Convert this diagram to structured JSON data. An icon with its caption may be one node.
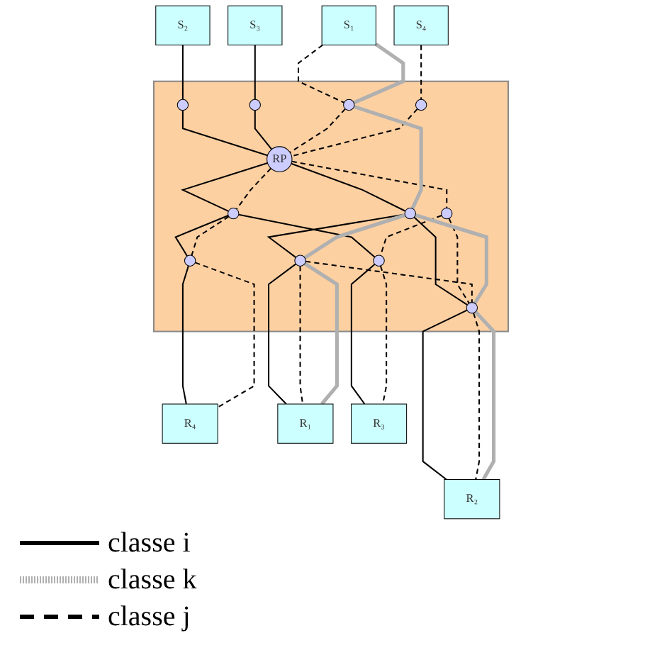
{
  "diagram": {
    "nodes": [
      {
        "text": [],
        "shape": "cloud"
      },
      {
        "text": [
          "S₂"
        ]
      },
      {
        "text": [
          "S₃"
        ]
      },
      {
        "text": [
          "S₁"
        ]
      },
      {
        "text": [],
        "shape": "circle",
        "in": 0
      },
      {
        "text": [],
        "shape": "circle",
        "in": 0
      },
      {
        "text": [
          "S₄"
        ]
      },
      {
        "text": [],
        "shape": "circle",
        "in": 0
      },
      {
        "text": [],
        "shape": "circle",
        "in": 0
      },
      {
        "text": [
          "RP"
        ],
        "in": 0
      },
      {
        "text": [],
        "shape": "circle",
        "in": 0
      },
      {
        "text": [],
        "shape": "circle",
        "in": 0
      },
      {
        "text": [],
        "shape": "circle",
        "in": 0
      },
      {
        "text": [],
        "shape": "circle",
        "in": 0
      },
      {
        "text": [],
        "shape": "circle",
        "in": 0
      },
      {
        "text": [],
        "shape": "circle",
        "in": 0
      },
      {
        "text": [],
        "shape": "circle",
        "in": 0
      },
      {
        "text": [
          "R₄"
        ]
      },
      {
        "text": [
          "R₁"
        ]
      },
      {
        "text": [
          "R₃"
        ]
      },
      {
        "text": [
          "R₂"
        ]
      }
    ],
    "edges": [
      {
        "from": 1,
        "to": 4,
        "arrow": "none"
      },
      {
        "from": 4,
        "to": 9,
        "arrow": "none"
      },
      {
        "from": 2,
        "to": 5,
        "arrow": "none"
      },
      {
        "from": 5,
        "to": 9,
        "arrow": "none"
      },
      {
        "from": 9,
        "to": 11,
        "arrow": "none"
      },
      {
        "from": 11,
        "to": 14,
        "arrow": "none"
      },
      {
        "from": 14,
        "to": 18,
        "arrow": "none"
      },
      {
        "from": 11,
        "to": 15,
        "arrow": "none"
      },
      {
        "from": 15,
        "to": 20,
        "arrow": "none"
      },
      {
        "from": 9,
        "to": 10,
        "arrow": "none"
      },
      {
        "from": 10,
        "to": 12,
        "arrow": "none"
      },
      {
        "from": 12,
        "to": 17,
        "arrow": "none"
      },
      {
        "from": 10,
        "to": 16,
        "arrow": "none"
      },
      {
        "from": 16,
        "to": 19,
        "arrow": "none"
      },
      {
        "from": 3,
        "to": 7,
        "arrow": "none",
        "style": "dashed"
      },
      {
        "from": 7,
        "to": 9,
        "arrow": "none",
        "style": "dashed"
      },
      {
        "from": 6,
        "to": 8,
        "arrow": "none",
        "style": "dashed"
      },
      {
        "from": 8,
        "to": 9,
        "arrow": "none",
        "style": "dashed"
      },
      {
        "from": 9,
        "to": 10,
        "arrow": "none",
        "style": "dashed"
      },
      {
        "from": 10,
        "to": 12,
        "arrow": "none",
        "style": "dashed"
      },
      {
        "from": 12,
        "to": 17,
        "arrow": "none",
        "style": "dashed"
      },
      {
        "from": 9,
        "to": 13,
        "arrow": "none",
        "style": "dashed"
      },
      {
        "from": 13,
        "to": 15,
        "arrow": "none",
        "style": "dashed"
      },
      {
        "from": 13,
        "to": 16,
        "arrow": "none",
        "style": "dashed"
      },
      {
        "from": 14,
        "to": 15,
        "arrow": "none",
        "style": "dashed"
      },
      {
        "from": 14,
        "to": 18,
        "arrow": "none",
        "style": "dashed"
      },
      {
        "from": 15,
        "to": 20,
        "arrow": "none",
        "style": "dashed"
      },
      {
        "from": 16,
        "to": 19,
        "arrow": "none",
        "style": "dashed"
      },
      {
        "from": 3,
        "to": 7,
        "arrow": "none",
        "style": "thick",
        "color": "#b0b0b0"
      },
      {
        "from": 7,
        "to": 11,
        "arrow": "none",
        "style": "thick",
        "color": "#b0b0b0"
      },
      {
        "from": 11,
        "to": 14,
        "arrow": "none",
        "style": "thick",
        "color": "#b0b0b0"
      },
      {
        "from": 14,
        "to": 18,
        "arrow": "none",
        "style": "thick",
        "color": "#b0b0b0"
      },
      {
        "from": 11,
        "to": 15,
        "arrow": "none",
        "style": "thick",
        "color": "#b0b0b0"
      },
      {
        "from": 15,
        "to": 20,
        "arrow": "none",
        "style": "thick",
        "color": "#b0b0b0"
      }
    ],
    "legend": [
      {
        "text": "classe i"
      },
      {
        "text": "classe k"
      },
      {
        "text": "classe j"
      }
    ]
  }
}
